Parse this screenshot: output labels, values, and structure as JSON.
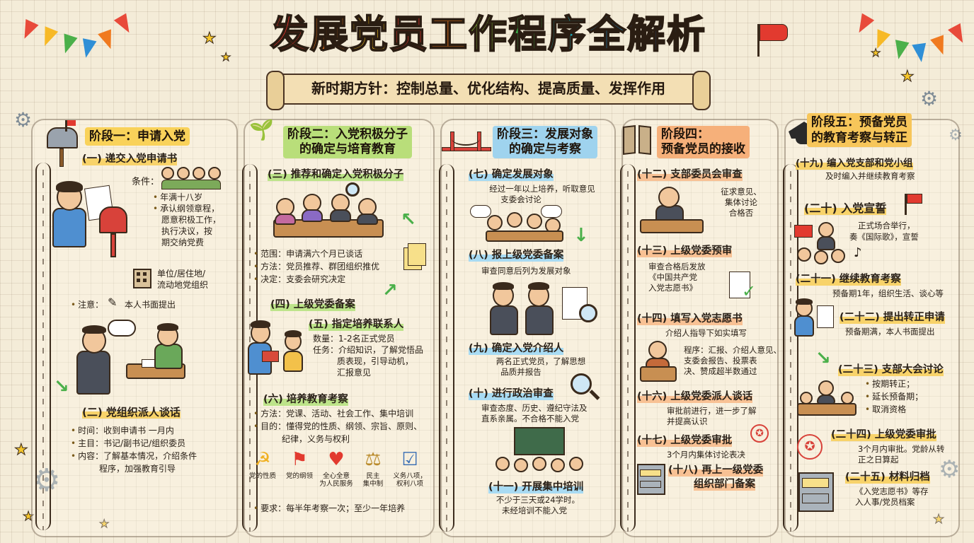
{
  "title": [
    "发",
    "展",
    "党",
    "员",
    "工",
    "作",
    "程",
    "序",
    "全",
    "解",
    "析"
  ],
  "subtitle": "新时期方针：控制总量、优化结构、提高质量、发挥作用",
  "stage1": {
    "title": "阶段一：申请入党",
    "s1": "(一) 递交入党申请书",
    "cond_label": "条件：",
    "cond_items": [
      "年满十八岁",
      "承认纲领章程，",
      "愿意积极工作，",
      "执行决议，按",
      "期交纳党费"
    ],
    "unit": [
      "单位/居住地/",
      "流动地党组织"
    ],
    "note_label": "注意：",
    "note": "本人书面提出",
    "s2": "(二) 党组织派人谈话",
    "s2_items": [
      "时间：收到申请书 一月内",
      "主目：书记/副书记/组织委员",
      "内容：了解基本情况，介绍条件",
      "程序，加强教育引导"
    ]
  },
  "stage2": {
    "title": [
      "阶段二：入党积极分子",
      "的确定与培育教育"
    ],
    "s3": "(三) 推荐和确定入党积极分子",
    "s3_items": [
      "范围：申请满六个月已谈话",
      "方法：党员推荐、群团组织推优",
      "决定：支委会研究决定"
    ],
    "s4": "(四) 上级党委备案",
    "s5": "(五) 指定培养联系人",
    "s5_items": [
      "数量：1-2名正式党员",
      "任务：介绍知识，了解党悟品",
      "质表现，引导动机，",
      "汇报意见"
    ],
    "s6": "(六) 培养教育考察",
    "s6_items": [
      "方法：党课、活动、社会工作、集中培训",
      "目的：懂得党的性质、纲领、宗旨、原则、",
      "纪律，义务与权利"
    ],
    "icons": [
      {
        "icon": "hammer-sickle-icon",
        "label": "党的性质"
      },
      {
        "icon": "flag-icon",
        "label": "党的纲领"
      },
      {
        "icon": "heart-icon",
        "label": "全心全意\n为人民服务"
      },
      {
        "icon": "scales-icon",
        "label": "民主\n集中制"
      },
      {
        "icon": "checklist-icon",
        "label": "义务八项，\n权利八项"
      }
    ],
    "req": "要求：每半年考察一次；至少一年培养"
  },
  "stage3": {
    "title": [
      "阶段三：发展对象",
      "的确定与考察"
    ],
    "s7": "(七) 确定发展对象",
    "s7_text": [
      "经过一年以上培养，听取意见",
      "支委会讨论"
    ],
    "s8": "(八) 报上级党委备案",
    "s8_text": "审查同意后列为发展对象",
    "s9": "(九) 确定入党介绍人",
    "s9_text": [
      "两名正式党员，了解思想",
      "品质并报告"
    ],
    "s10": "(十) 进行政治审查",
    "s10_text": [
      "审查态度、历史、遵纪守法及",
      "直系亲属。不合格不能入党"
    ],
    "s11": "(十一) 开展集中培训",
    "s11_text": [
      "不少于三天或24学时。",
      "未经培训不能入党"
    ]
  },
  "stage4": {
    "title": [
      "阶段四：",
      "预备党员的接收"
    ],
    "s12": "(十二) 支部委员会审查",
    "s12_text": [
      "征求意见、",
      "集体讨论",
      "合格否"
    ],
    "s13": "(十三) 上级党委预审",
    "s13_text": [
      "审查合格后发放",
      "《中国共产党",
      "入党志愿书》"
    ],
    "s14": "(十四) 填写入党志愿书",
    "s14_text": "介绍人指导下如实填写",
    "s15_text": [
      "程序：汇报、介绍人意见、",
      "支委会报告、投票表",
      "决、赞成超半数通过"
    ],
    "s16": "(十六) 上级党委派人谈话",
    "s16_text": [
      "审批前进行，进一步了解",
      "并提高认识"
    ],
    "s17": "(十七) 上级党委审批",
    "s17_text": "3个月内集体讨论表决",
    "s18": [
      "(十八) 再上一级党委",
      "组织部门备案"
    ]
  },
  "stage5": {
    "title": [
      "阶段五：预备党员",
      "的教育考察与转正"
    ],
    "s19": [
      "(十九) 编入党支部和党小组",
      "及时编入并继续教育考察"
    ],
    "s20": "(二十) 入党宣誓",
    "s20_text": [
      "正式场合举行，",
      "奏《国际歌》，宣誓"
    ],
    "s21": "(二十一) 继续教育考察",
    "s21_text": "预备期1年，组织生活、谈心等",
    "s22": "(二十二) 提出转正申请",
    "s22_text": "预备期满，本人书面提出",
    "s23": "(二十三) 支部大会讨论",
    "s23_items": [
      "按期转正；",
      "延长预备期；",
      "取消资格"
    ],
    "s24": "(二十四) 上级党委审批",
    "s24_text": [
      "3个月内审批。党龄从转",
      "正之日算起"
    ],
    "s25": "(二十五) 材料归档",
    "s25_text": [
      "《入党志愿书》等存",
      "入人事/党员档案"
    ]
  },
  "colors": {
    "stage1": "#f9d25a",
    "stage2": "#b9de7a",
    "stage3": "#9fd3ee",
    "stage4": "#f6b07a",
    "stage5": "#f7c65a",
    "accent_red": "#e23a2f",
    "arrow_green": "#4bb04a"
  }
}
